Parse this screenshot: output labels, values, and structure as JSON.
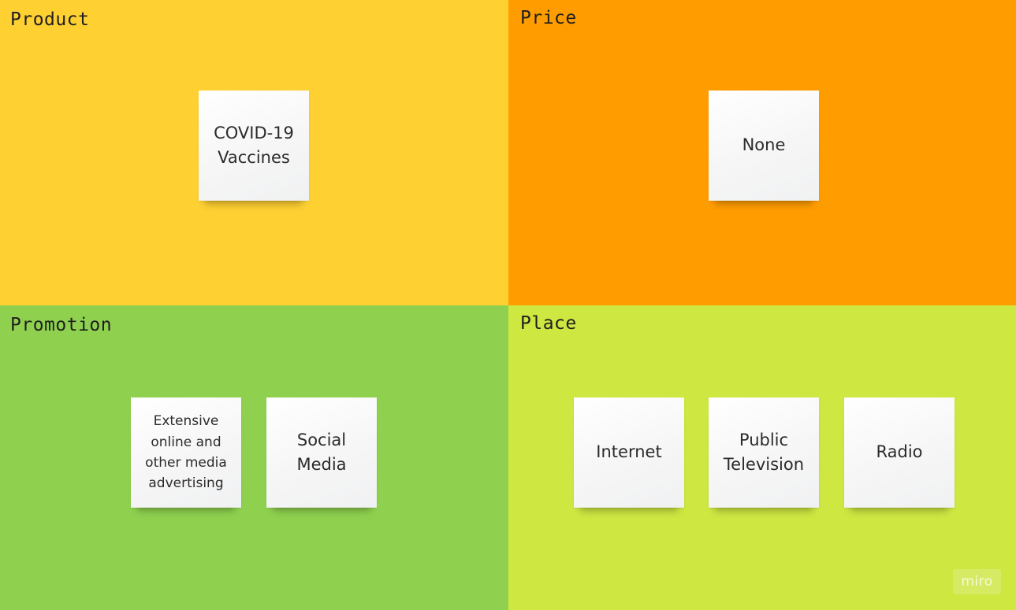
{
  "colors": {
    "product_bg": "#fed032",
    "price_bg": "#ff9d00",
    "promotion_bg": "#8fd14f",
    "place_bg": "#cee741",
    "note_bg": "#f5f6f8"
  },
  "quadrants": {
    "product": {
      "title": "Product",
      "notes": [
        "COVID-19\nVaccines"
      ]
    },
    "price": {
      "title": "Price",
      "notes": [
        "None"
      ]
    },
    "promotion": {
      "title": "Promotion",
      "notes": [
        "Extensive\nonline and\nother media\nadvertising",
        "Social\nMedia"
      ]
    },
    "place": {
      "title": "Place",
      "notes": [
        "Internet",
        "Public\nTelevision",
        "Radio"
      ]
    }
  },
  "watermark": {
    "label": "miro"
  }
}
